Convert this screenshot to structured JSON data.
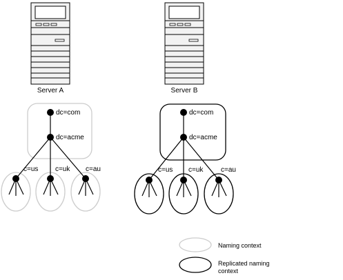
{
  "servers": [
    {
      "label": "Server A"
    },
    {
      "label": "Server B"
    }
  ],
  "tree_nodes": {
    "root": "dc=com",
    "mid": "dc=acme",
    "children": [
      "c=us",
      "c=uk",
      "c=au"
    ]
  },
  "legend": {
    "naming_context": "Naming context",
    "replicated_line1": "Replicated naming",
    "replicated_line2": "context"
  },
  "colors": {
    "naming_context_outline": "#cccccc",
    "replicated_outline": "#000000",
    "ink": "#000000"
  }
}
